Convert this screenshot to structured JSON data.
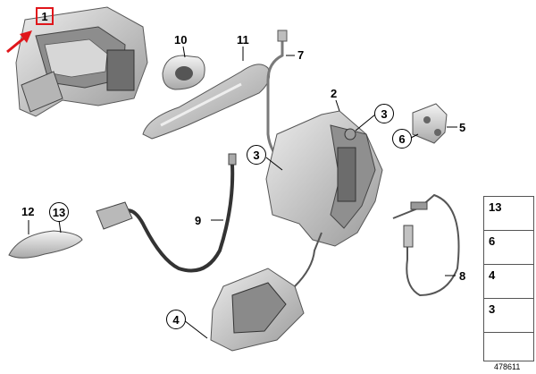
{
  "callouts": {
    "c1": "1",
    "c2": "2",
    "c3a": "3",
    "c3b": "3",
    "c4": "4",
    "c5": "5",
    "c6": "6",
    "c7": "7",
    "c8": "8",
    "c9": "9",
    "c10": "10",
    "c11": "11",
    "c12": "12",
    "c13": "13"
  },
  "legend": {
    "items": [
      "13",
      "6",
      "4",
      "3"
    ]
  },
  "diagram_id": "478611",
  "colors": {
    "highlight": "#e0161b",
    "part_fill": "#c9c9c9",
    "part_stroke": "#6a6a6a",
    "line": "#000000"
  }
}
